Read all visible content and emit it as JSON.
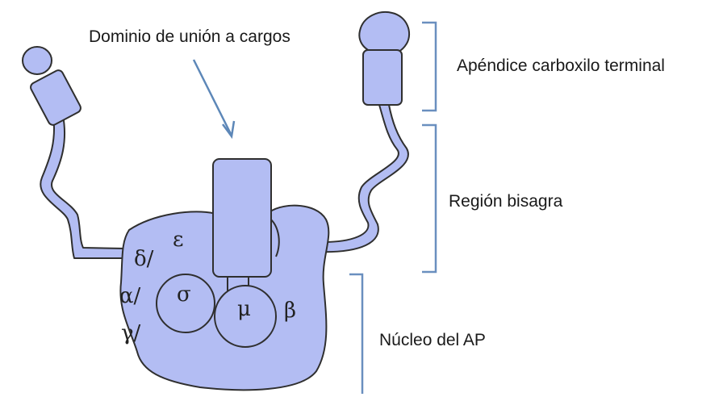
{
  "colors": {
    "fill": "#b3bdf3",
    "stroke": "#2f2f2f",
    "bracket": "#6a8fbf",
    "arrow": "#5d87b8"
  },
  "labels": {
    "cargo_domain": "Dominio de unión a cargos",
    "carboxyl_appendage": "Apéndice carboxilo terminal",
    "hinge_region": "Región bisagra",
    "ap_core": "Núcleo del AP"
  },
  "subunits": {
    "epsilon": "ε",
    "delta": "δ/",
    "alpha": "α/",
    "gamma": "γ/",
    "sigma": "σ",
    "mu": "μ",
    "beta": "β"
  }
}
